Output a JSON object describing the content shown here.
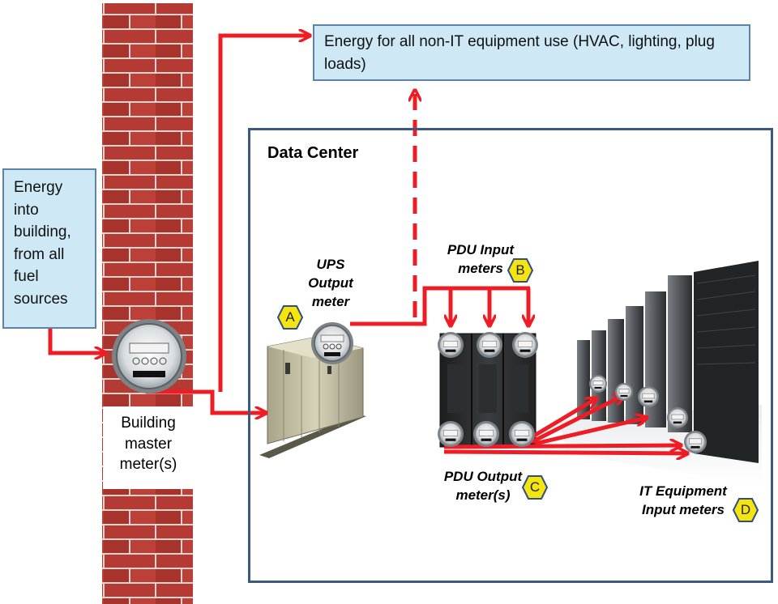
{
  "energy_into_building": "Energy into building, from all fuel sources",
  "non_it_energy": "Energy for all non-IT equipment use (HVAC, lighting, plug loads)",
  "data_center_title": "Data Center",
  "building_master_meter": "Building master meter(s)",
  "meters": {
    "ups_output": "UPS Output meter",
    "pdu_input": "PDU Input meters",
    "pdu_output": "PDU Output meter(s)",
    "it_input": "IT Equipment Input meters"
  },
  "badges": {
    "a": "A",
    "b": "B",
    "c": "C",
    "d": "D"
  },
  "colors": {
    "flow_arrow": "#ee1c25",
    "callout_fill": "#cfe8f5",
    "callout_border": "#5b84a8",
    "frame_border": "#3c5a80",
    "badge_fill": "#f5e50f",
    "badge_border": "#2f4d86",
    "brick": "#b53a33"
  }
}
